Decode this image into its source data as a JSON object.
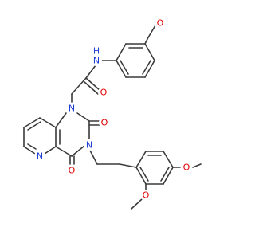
{
  "colors": {
    "bond": "#3a3a3a",
    "oxygen": "#e00000",
    "nitrogen": "#1f3fd6",
    "background": "#ffffff"
  },
  "labels": {
    "o_methoxy_top": "O",
    "nh": "N",
    "h": "H",
    "o_amide": "O",
    "n1": "N",
    "n_pyridine": "N",
    "o_c2": "O",
    "n3": "N",
    "o_c4": "O",
    "o_methoxy_right": "O",
    "o_methoxy_bottom": "O"
  }
}
